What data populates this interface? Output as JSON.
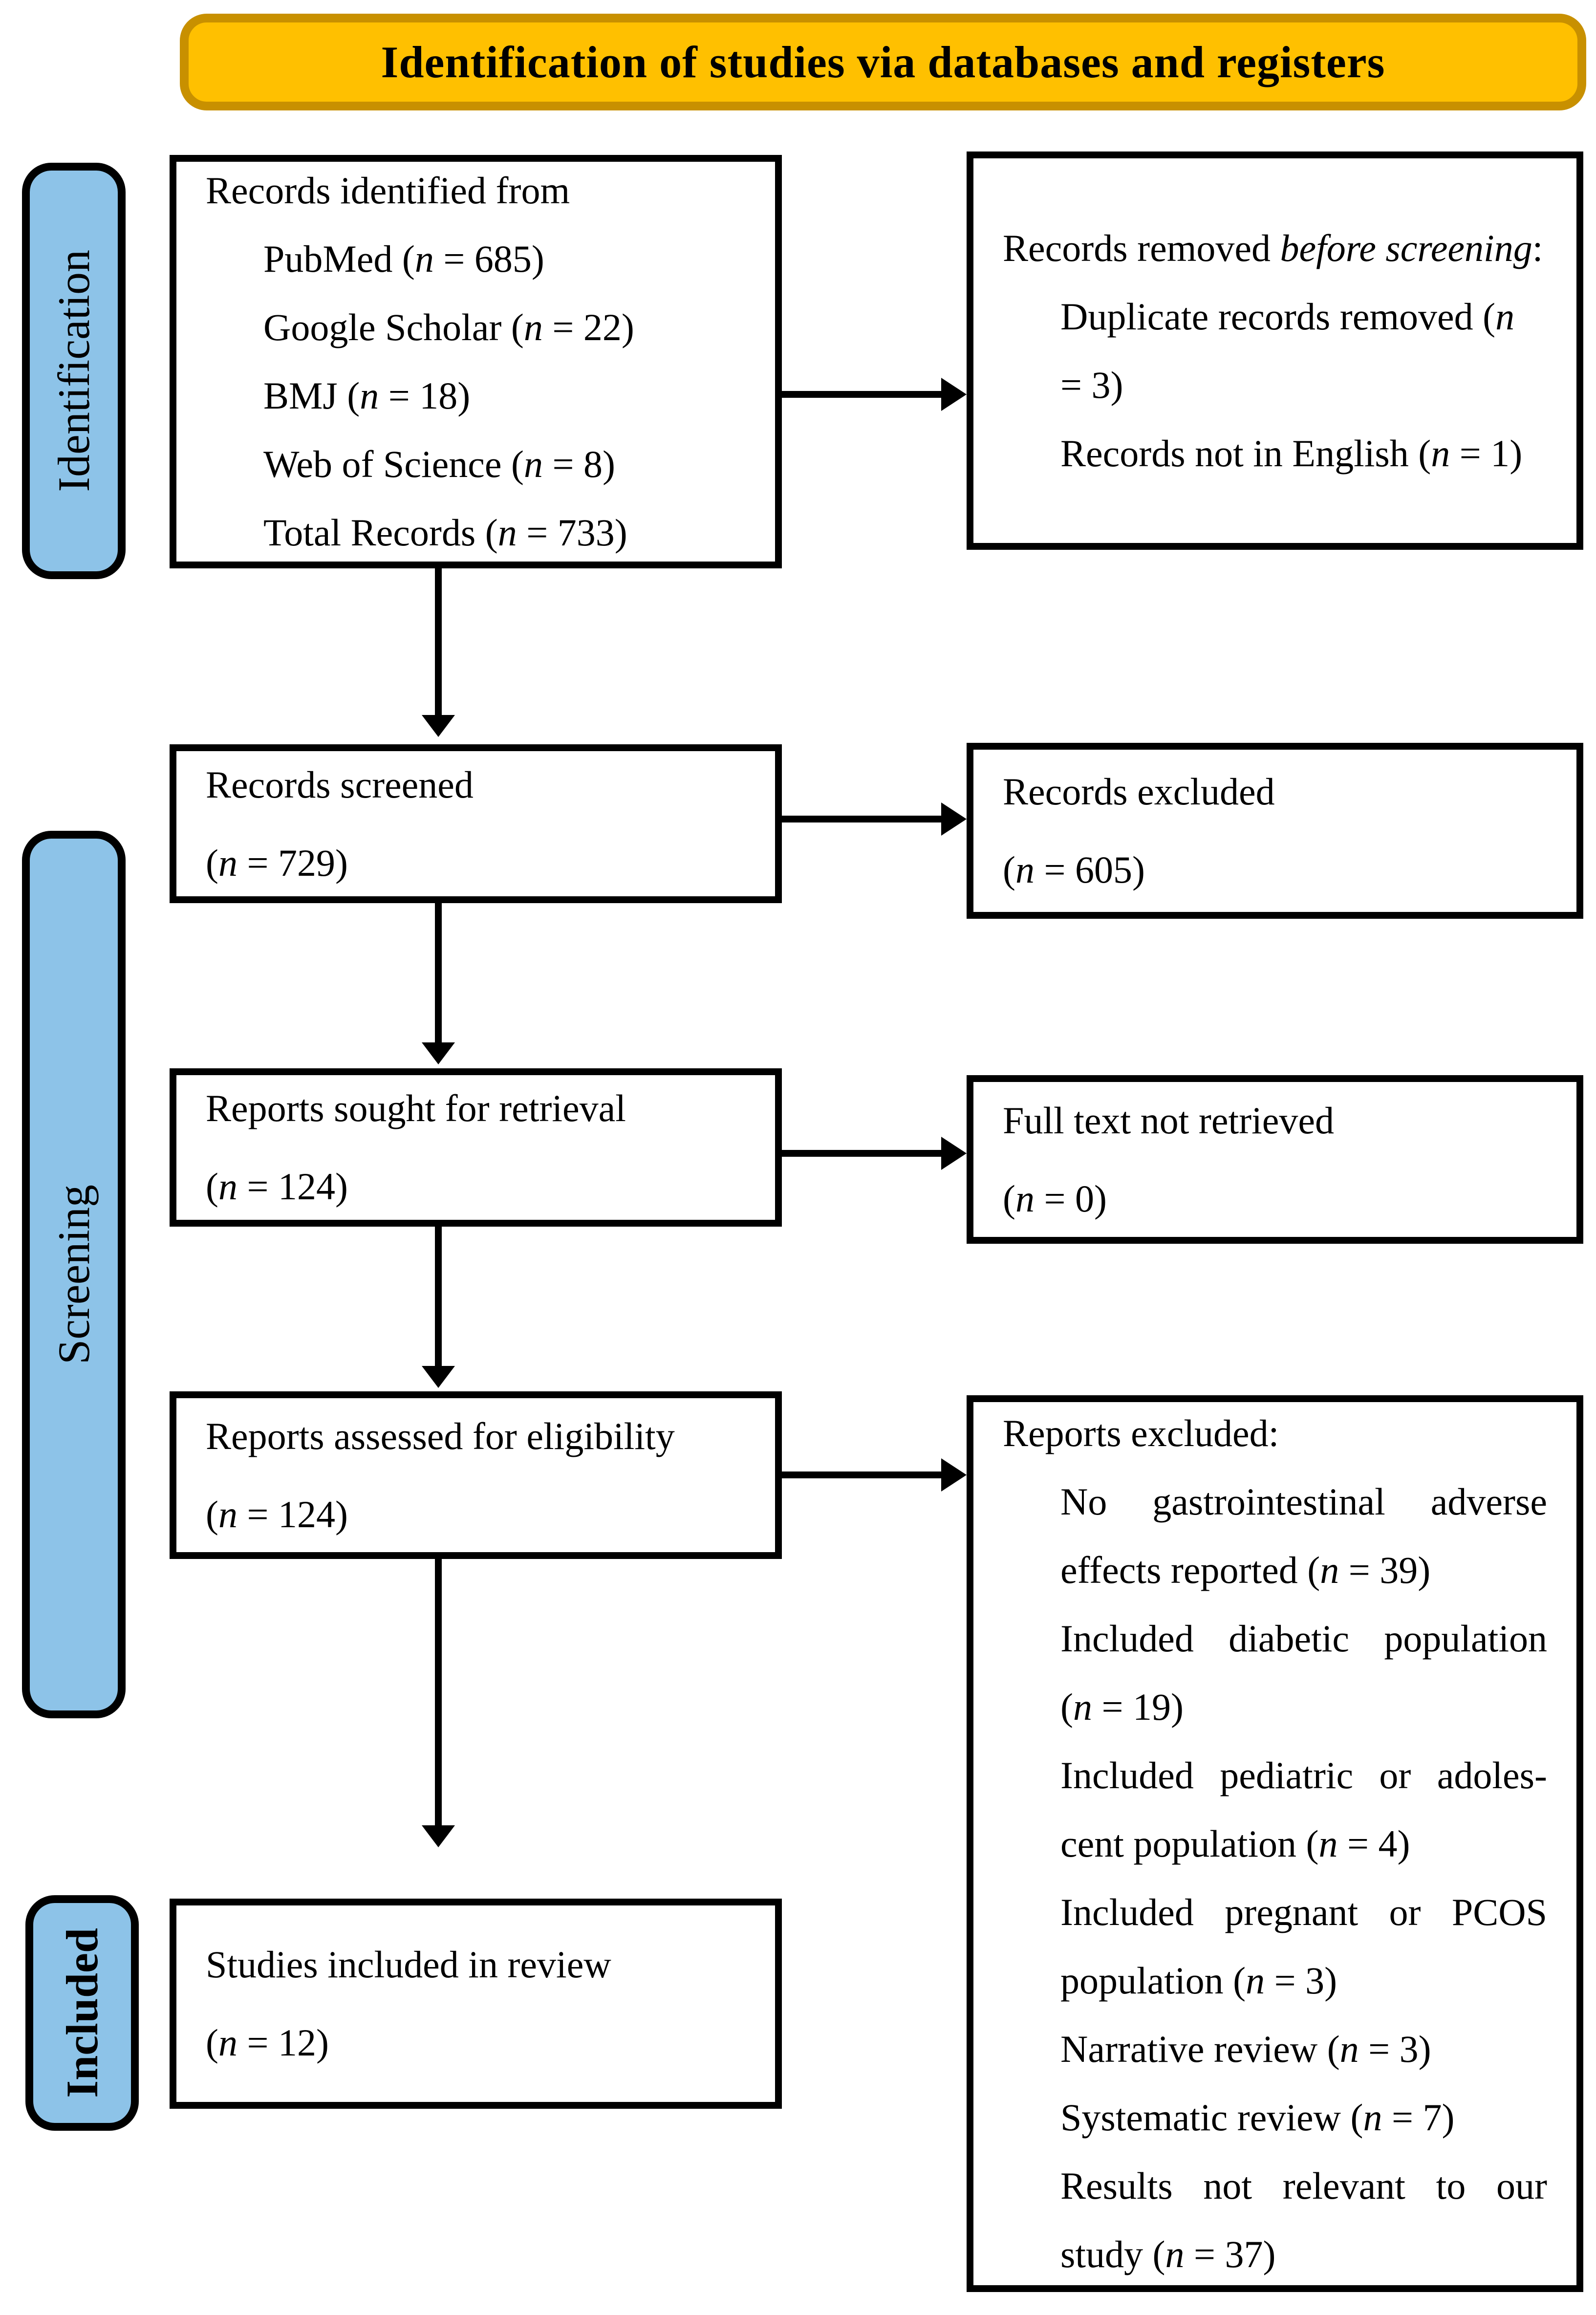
{
  "banner": {
    "title": "Identification of studies via databases and registers"
  },
  "colors": {
    "banner_fill": "#FFC000",
    "banner_border": "#C89000",
    "stage_fill": "#8DC3E8",
    "line_color": "#000000"
  },
  "stages": [
    {
      "label": "Identification"
    },
    {
      "label": "Screening"
    },
    {
      "label": "Included"
    }
  ],
  "boxes": {
    "records_identified": {
      "lines": [
        {
          "text": "Records identified from",
          "indent": 0,
          "justify": false
        },
        {
          "text": "PubMed (*n* = 685)",
          "indent": 1,
          "justify": false
        },
        {
          "text": "Google Scholar (*n* = 22)",
          "indent": 1,
          "justify": false
        },
        {
          "text": "BMJ (*n* = 18)",
          "indent": 1,
          "justify": false
        },
        {
          "text": "Web of Science (*n* = 8)",
          "indent": 1,
          "justify": false
        },
        {
          "text": "Total Records (*n* = 733)",
          "indent": 1,
          "justify": false
        }
      ]
    },
    "records_removed": {
      "lines": [
        {
          "text": "Records removed *before screening*:",
          "indent": 0,
          "justify": false
        },
        {
          "text": "Duplicate records removed (*n*",
          "indent": 1,
          "justify": false
        },
        {
          "text": "= 3)",
          "indent": 1,
          "justify": false
        },
        {
          "text": "Records not in English (*n* = 1)",
          "indent": 1,
          "justify": false
        }
      ]
    },
    "records_screened": {
      "lines": [
        {
          "text": "Records screened",
          "indent": 0,
          "justify": false
        },
        {
          "text": "(*n* = 729)",
          "indent": 0,
          "justify": false
        }
      ]
    },
    "records_excluded": {
      "lines": [
        {
          "text": "Records excluded",
          "indent": 0,
          "justify": false
        },
        {
          "text": "(*n* = 605)",
          "indent": 0,
          "justify": false
        }
      ]
    },
    "reports_sought": {
      "lines": [
        {
          "text": "Reports sought for retrieval",
          "indent": 0,
          "justify": false
        },
        {
          "text": "(*n* = 124)",
          "indent": 0,
          "justify": false
        }
      ]
    },
    "fulltext_not_retrieved": {
      "lines": [
        {
          "text": "Full text not retrieved",
          "indent": 0,
          "justify": false
        },
        {
          "text": "(*n* = 0)",
          "indent": 0,
          "justify": false
        }
      ]
    },
    "reports_assessed": {
      "lines": [
        {
          "text": "Reports assessed for eligibility",
          "indent": 0,
          "justify": false
        },
        {
          "text": "(*n* = 124)",
          "indent": 0,
          "justify": false
        }
      ]
    },
    "reports_excluded": {
      "lines": [
        {
          "text": "Reports excluded:",
          "indent": 0,
          "justify": false
        },
        {
          "text": "No gastrointestinal adverse",
          "indent": 1,
          "justify": true
        },
        {
          "text": "effects reported (*n* = 39)",
          "indent": 1,
          "justify": false
        },
        {
          "text": "Included diabetic population",
          "indent": 1,
          "justify": true
        },
        {
          "text": "(*n* = 19)",
          "indent": 1,
          "justify": false
        },
        {
          "text": "Included pediatric or adoles-",
          "indent": 1,
          "justify": true
        },
        {
          "text": "cent population (*n* = 4)",
          "indent": 1,
          "justify": false
        },
        {
          "text": "Included pregnant or PCOS",
          "indent": 1,
          "justify": true
        },
        {
          "text": "population (*n* = 3)",
          "indent": 1,
          "justify": false
        },
        {
          "text": "Narrative review (*n* = 3)",
          "indent": 1,
          "justify": false
        },
        {
          "text": "Systematic review (*n* = 7)",
          "indent": 1,
          "justify": false
        },
        {
          "text": "Results not relevant to our",
          "indent": 1,
          "justify": true
        },
        {
          "text": "study (*n* = 37)",
          "indent": 1,
          "justify": false
        }
      ]
    },
    "studies_included": {
      "lines": [
        {
          "text": "Studies included in review",
          "indent": 0,
          "justify": false
        },
        {
          "text": "(*n* = 12)",
          "indent": 0,
          "justify": false
        }
      ]
    }
  }
}
